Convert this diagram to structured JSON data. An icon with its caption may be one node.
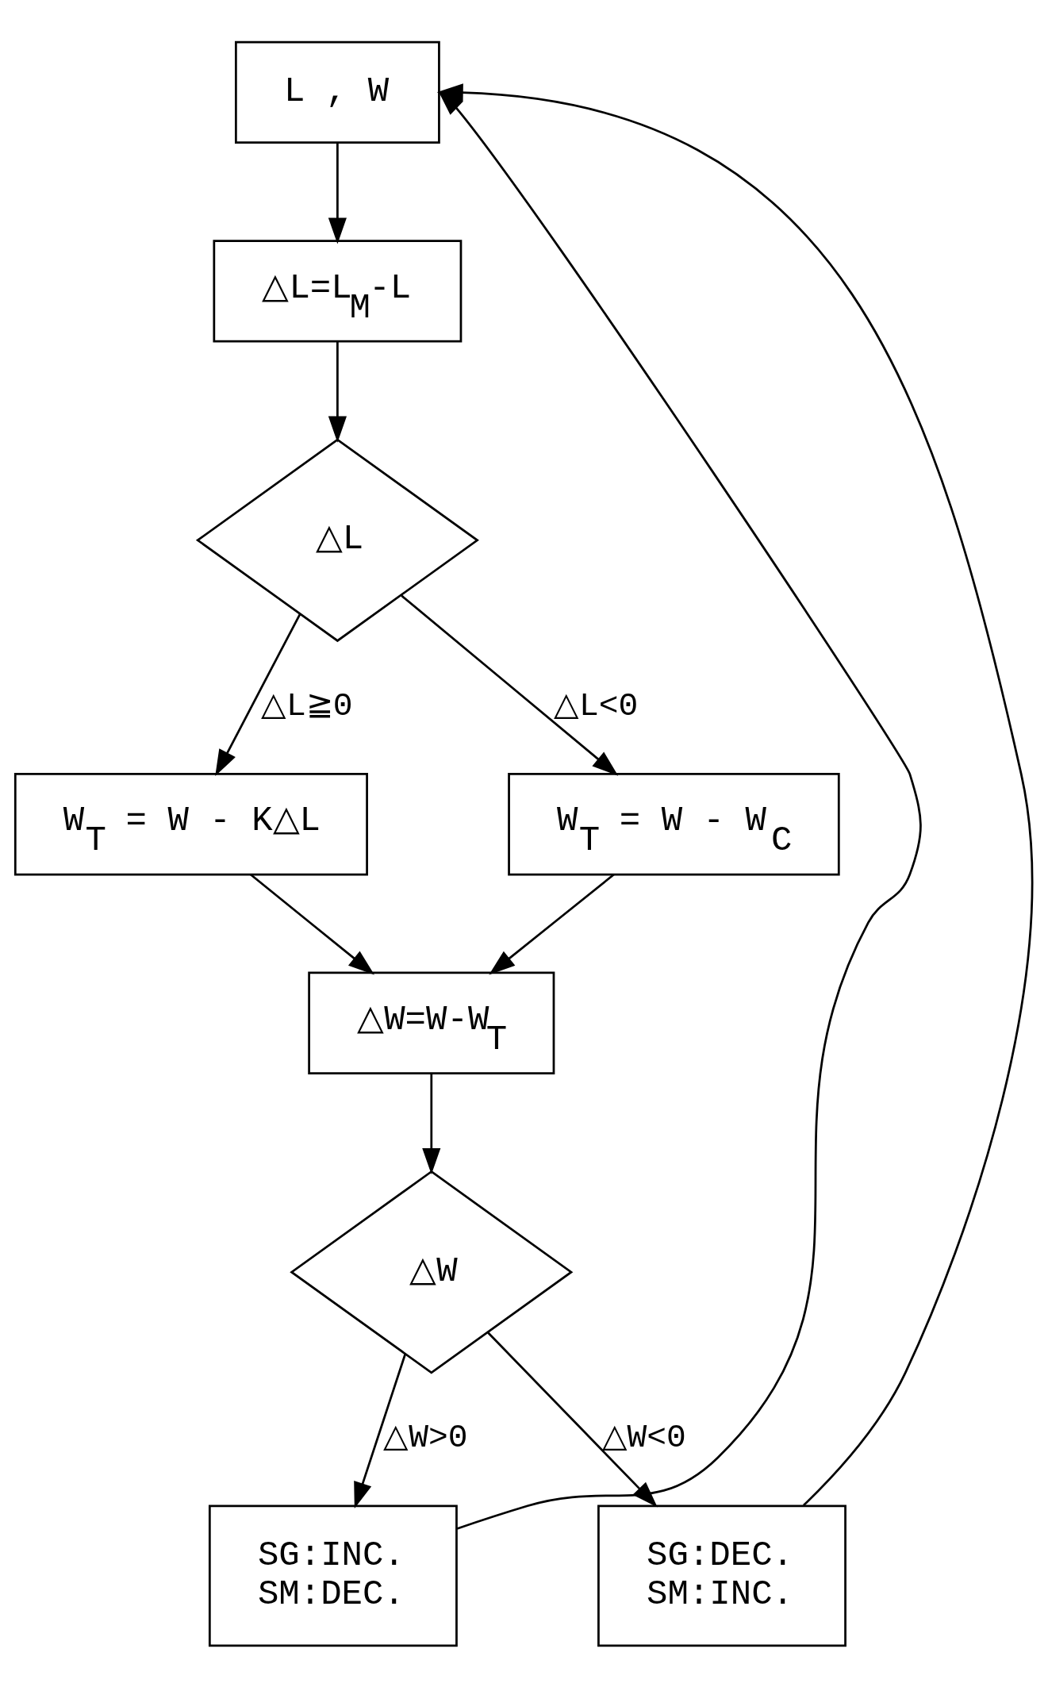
{
  "diagram": {
    "nodes": [
      {
        "text": [
          "L , W"
        ]
      },
      {
        "text": [
          "△L=L$_{M}$-L"
        ]
      },
      {
        "text": [
          "△L"
        ]
      },
      {
        "text": [
          "W$_{T}$ = W - K△L"
        ]
      },
      {
        "text": [
          "W$_{T}$ = W - W$_{C}$"
        ]
      },
      {
        "text": [
          "△W=W-W$_{T}$"
        ]
      },
      {
        "text": [
          "△W"
        ]
      },
      {
        "text": [
          "SG:INC.",
          "SM:DEC."
        ]
      },
      {
        "text": [
          "SG:DEC.",
          "SM:INC."
        ]
      }
    ],
    "edges": [
      {
        "from": 0,
        "to": 1,
        "arrow": "to"
      },
      {
        "from": 1,
        "to": 2,
        "arrow": "to"
      },
      {
        "from": 2,
        "to": 3,
        "arrow": "to",
        "label": "△L≧0"
      },
      {
        "from": 2,
        "to": 4,
        "arrow": "to",
        "label": "△L<0"
      },
      {
        "from": 3,
        "to": 5,
        "arrow": "to"
      },
      {
        "from": 4,
        "to": 5,
        "arrow": "to"
      },
      {
        "from": 5,
        "to": 6,
        "arrow": "to"
      },
      {
        "from": 6,
        "to": 7,
        "arrow": "to",
        "label": "△W>0"
      },
      {
        "from": 6,
        "to": 8,
        "arrow": "to",
        "label": "△W<0"
      },
      {
        "from": 7,
        "to": 0,
        "arrow": "to"
      },
      {
        "from": 8,
        "to": 0,
        "arrow": "to"
      }
    ]
  }
}
